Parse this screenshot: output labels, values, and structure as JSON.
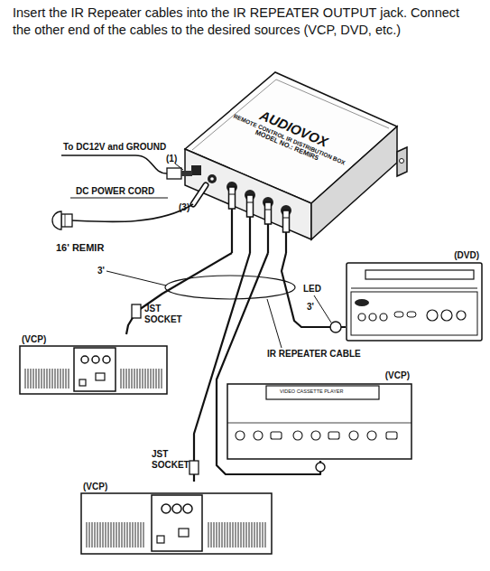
{
  "diagram": {
    "title": "Insert the IR Repeater cables into the IR REPEATER OUTPUT jack. Connect the other end of the cables to the desired sources (VCP, DVD, etc.)",
    "nodes": [
      {
        "text": [
          "AUDIOVOX",
          "REMOTE CONTROL IR DISTRIBUTION BOX",
          "MODEL NO.: REMIR5"
        ]
      },
      {
        "text": [
          "(VCP)"
        ]
      },
      {
        "text": [
          "(DVD)"
        ]
      },
      {
        "text": [
          "(VCP)",
          "VIDEO CASSETTE PLAYER"
        ]
      },
      {
        "text": [
          "(VCP)"
        ]
      }
    ],
    "edges": [
      {
        "from": 0,
        "to": 1,
        "arrow": "none"
      },
      {
        "from": 0,
        "to": 2,
        "arrow": "none"
      },
      {
        "from": 0,
        "to": 3,
        "arrow": "none"
      },
      {
        "from": 0,
        "to": 4,
        "arrow": "none"
      }
    ],
    "labels": [
      "To DC12V and GROUND",
      "(1)",
      "DC POWER CORD",
      "(3)",
      "16' REMIR",
      "3'",
      "JST SOCKET",
      "LED",
      "3'",
      "IR REPEATER CABLE",
      "JST SOCKET"
    ]
  }
}
